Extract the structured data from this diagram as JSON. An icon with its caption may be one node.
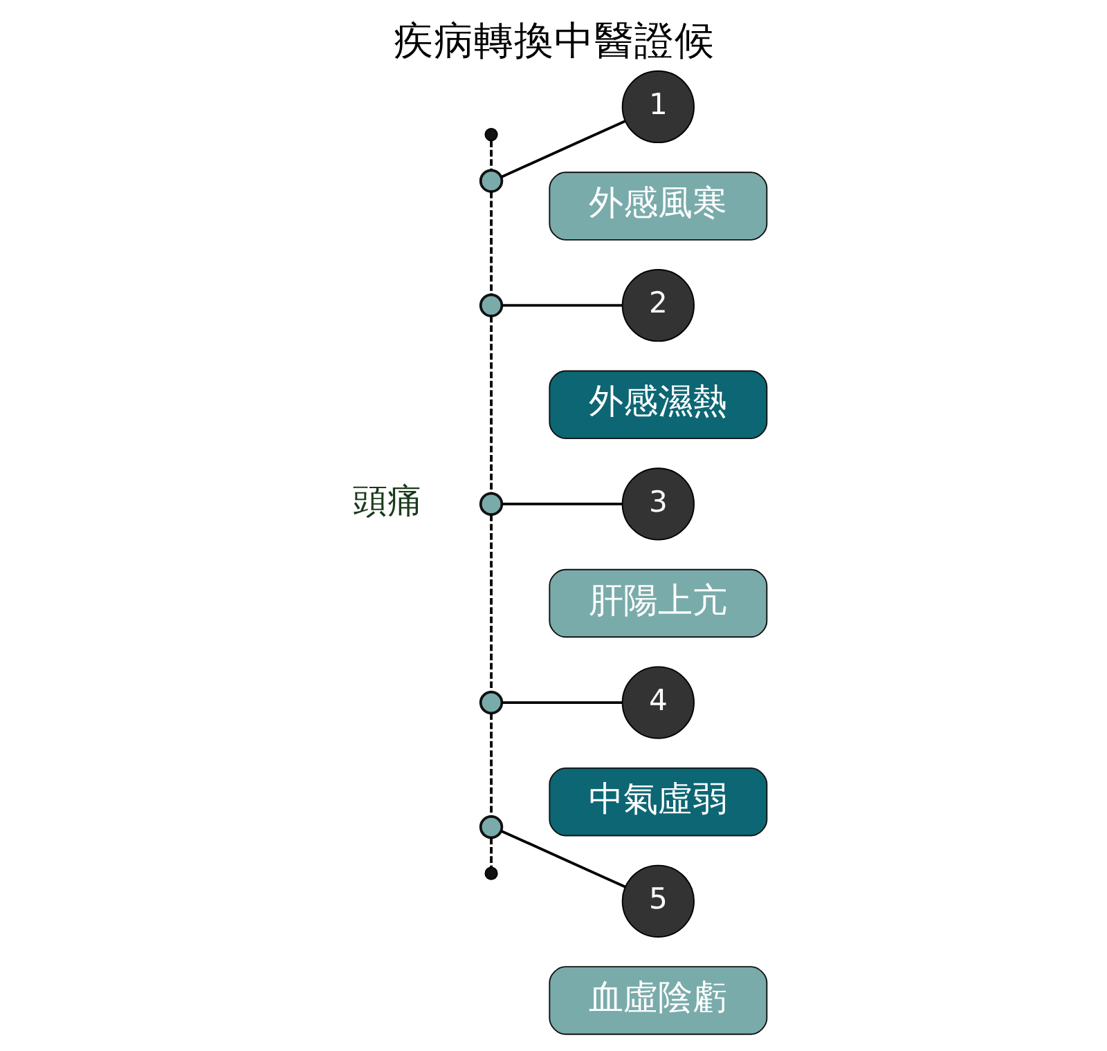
{
  "diagram": {
    "title": "疾病轉換中醫證候",
    "nodes": [
      {
        "text": [
          "頭痛"
        ]
      },
      {
        "text": [],
        "shape": "circle"
      },
      {
        "text": [],
        "shape": "circle"
      },
      {
        "text": [],
        "shape": "circle"
      },
      {
        "text": [],
        "shape": "circle"
      },
      {
        "text": [],
        "shape": "circle"
      },
      {
        "text": [],
        "shape": "circle"
      },
      {
        "text": [],
        "shape": "circle"
      },
      {
        "text": [
          "1"
        ]
      },
      {
        "text": [
          "2"
        ]
      },
      {
        "text": [
          "3"
        ]
      },
      {
        "text": [
          "4"
        ]
      },
      {
        "text": [
          "5"
        ]
      },
      {
        "text": [
          "外感風寒"
        ]
      },
      {
        "text": [
          "外感濕熱"
        ]
      },
      {
        "text": [
          "肝陽上亢"
        ]
      },
      {
        "text": [
          "中氣虛弱"
        ]
      },
      {
        "text": [
          "血虛陰虧"
        ]
      }
    ],
    "edges": [
      {
        "from": 1,
        "to": 2,
        "arrow": "none",
        "style": "dashed"
      },
      {
        "from": 2,
        "to": 3,
        "arrow": "none",
        "style": "dashed"
      },
      {
        "from": 3,
        "to": 4,
        "arrow": "none",
        "style": "dashed"
      },
      {
        "from": 4,
        "to": 5,
        "arrow": "none",
        "style": "dashed"
      },
      {
        "from": 5,
        "to": 6,
        "arrow": "none",
        "style": "dashed"
      },
      {
        "from": 6,
        "to": 7,
        "arrow": "none",
        "style": "dashed"
      },
      {
        "from": 2,
        "to": 8,
        "arrow": "none"
      },
      {
        "from": 3,
        "to": 9,
        "arrow": "none"
      },
      {
        "from": 4,
        "to": 10,
        "arrow": "none"
      },
      {
        "from": 5,
        "to": 11,
        "arrow": "none"
      },
      {
        "from": 6,
        "to": 12,
        "arrow": "none"
      }
    ]
  }
}
